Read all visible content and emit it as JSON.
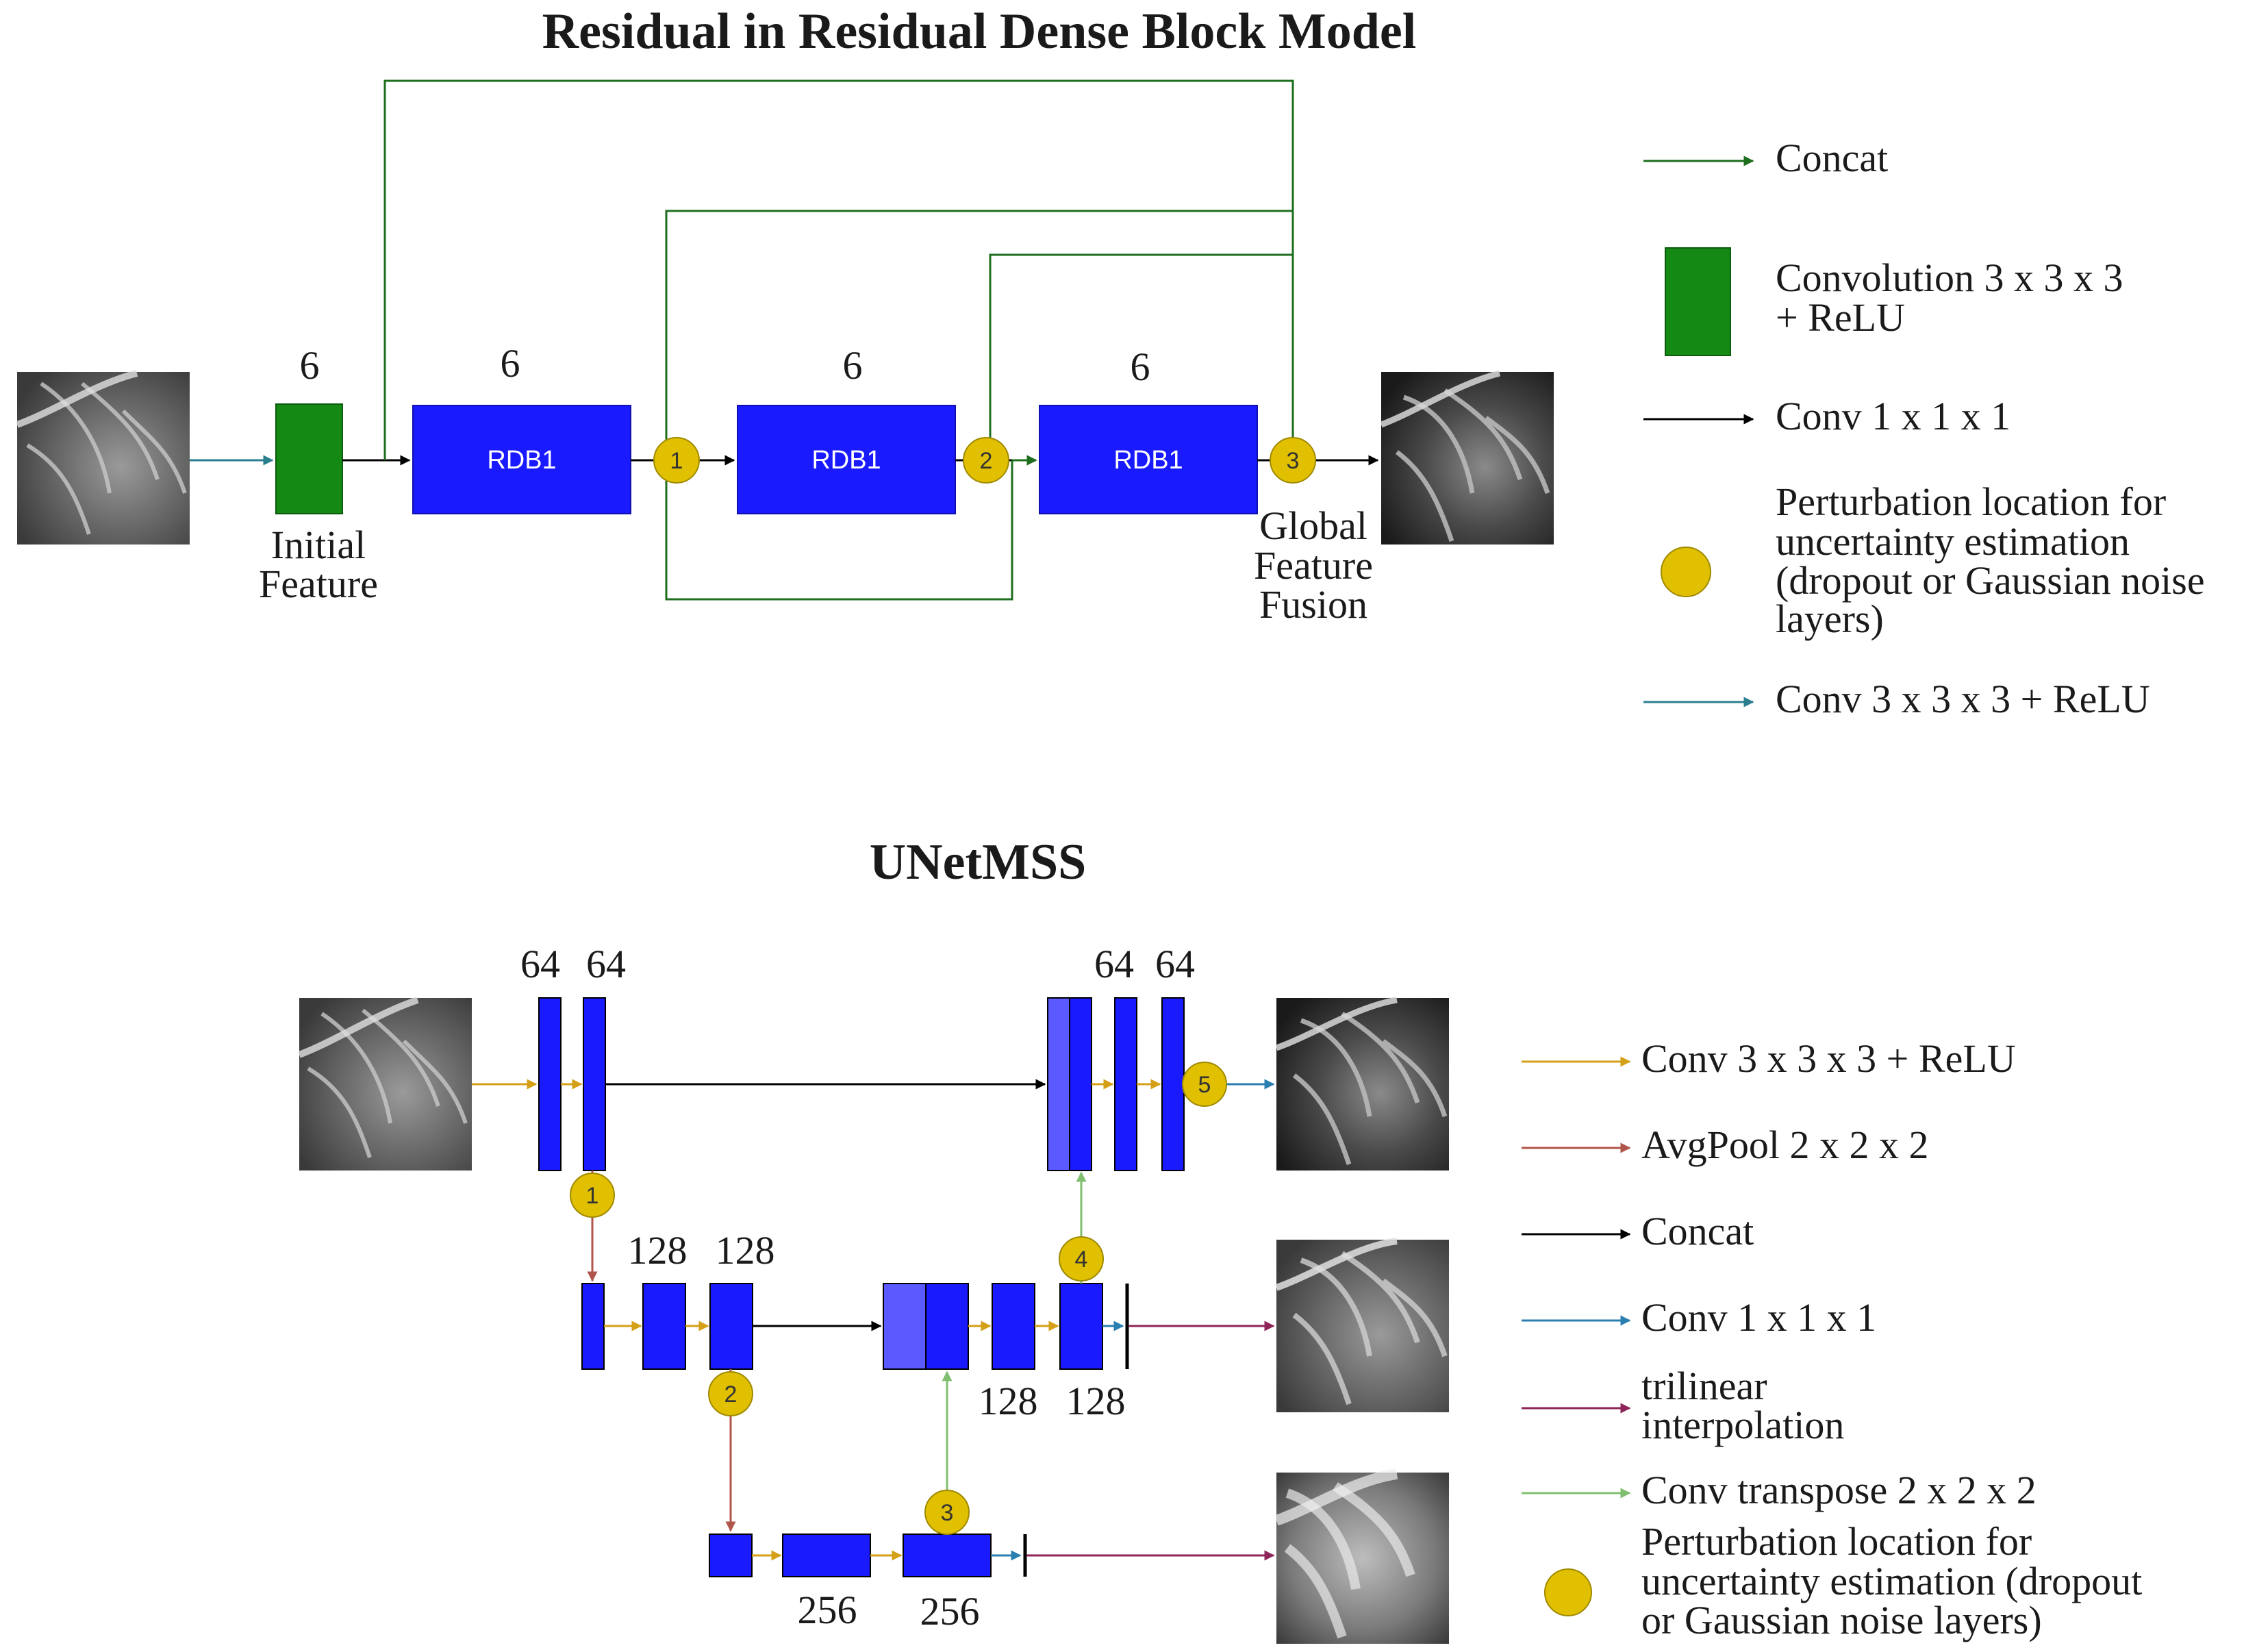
{
  "rrdb": {
    "title": "Residual in Residual Dense Block Model",
    "initial_feature_label": [
      "Initial",
      "Feature"
    ],
    "global_feature_label": [
      "Global",
      "Feature",
      "Fusion"
    ],
    "block_counts": [
      "6",
      "6",
      "6",
      "6"
    ],
    "block_label": "RDB1",
    "perturbation_numbers": [
      "1",
      "2",
      "3"
    ],
    "legend": [
      {
        "kind": "arrow",
        "color": "#1e6e1e",
        "text": [
          "Concat"
        ]
      },
      {
        "kind": "square",
        "color": "#148a14",
        "text": [
          "Convolution 3 x 3 x 3",
          "+ ReLU"
        ]
      },
      {
        "kind": "arrow",
        "color": "#000000",
        "text": [
          "Conv 1 x 1 x 1"
        ]
      },
      {
        "kind": "circle",
        "color": "#e0c000",
        "text": [
          "Perturbation location for",
          "uncertainty estimation",
          "(dropout or Gaussian noise",
          "layers)"
        ]
      },
      {
        "kind": "arrow",
        "color": "#2a7f8f",
        "text": [
          "Conv 3 x 3 x 3 + ReLU"
        ]
      }
    ]
  },
  "unet": {
    "title": "UNetMSS",
    "enc1_counts": [
      "64",
      "64"
    ],
    "dec1_counts": [
      "64",
      "64"
    ],
    "enc2_counts": [
      "128",
      "128"
    ],
    "dec2_counts": [
      "128",
      "128"
    ],
    "enc3_counts": [
      "256",
      "256"
    ],
    "perturbation_numbers": [
      "1",
      "2",
      "3",
      "4",
      "5"
    ],
    "legend": [
      {
        "kind": "arrow",
        "color": "#d4a017",
        "text": [
          "Conv 3 x 3 x 3 + ReLU"
        ]
      },
      {
        "kind": "arrow",
        "color": "#b0554a",
        "text": [
          "AvgPool 2 x 2 x 2"
        ]
      },
      {
        "kind": "arrow",
        "color": "#000000",
        "text": [
          "Concat"
        ]
      },
      {
        "kind": "arrow",
        "color": "#2a7fb0",
        "text": [
          "Conv 1 x 1 x 1"
        ]
      },
      {
        "kind": "arrow",
        "color": "#8e2458",
        "text": [
          "trilinear",
          "interpolation"
        ]
      },
      {
        "kind": "arrow",
        "color": "#7fbf6f",
        "text": [
          "Conv transpose 2 x 2 x 2"
        ]
      },
      {
        "kind": "circle",
        "color": "#e0c000",
        "text": [
          "Perturbation location for",
          "uncertainty estimation (dropout",
          "or Gaussian noise layers)"
        ]
      }
    ]
  },
  "colors": {
    "blue_block": "#1a1aff",
    "light_blue_block": "#5a5aff",
    "green_block": "#148a14",
    "yellow_circle": "#e0c000"
  }
}
